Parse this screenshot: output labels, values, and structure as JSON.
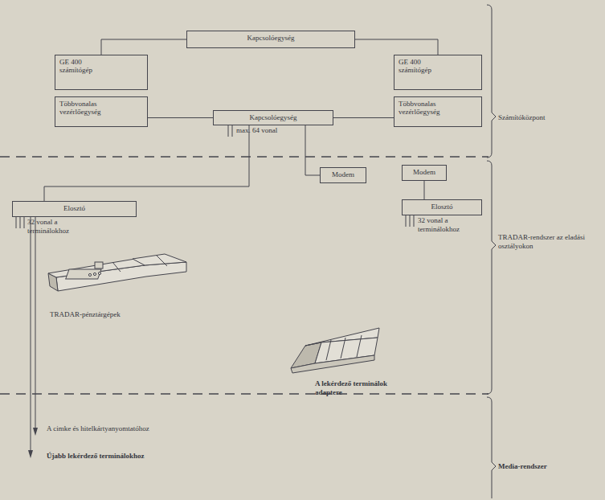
{
  "diagram": {
    "nodes": [
      {
        "text": [
          "Kapcsolóegység"
        ]
      },
      {
        "text": [
          "GE 400 számítógép"
        ]
      },
      {
        "text": [
          "GE 400 számítógép"
        ]
      },
      {
        "text": [
          "Többvonalas vezérlőegység"
        ]
      },
      {
        "text": [
          "Kapcsolóegység"
        ]
      },
      {
        "text": [
          "Többvonalas vezérlőegység"
        ]
      },
      {
        "text": [
          "Modem"
        ]
      },
      {
        "text": [
          "Modem"
        ]
      },
      {
        "text": [
          "Elosztó"
        ]
      },
      {
        "text": [
          "Elosztó"
        ]
      }
    ],
    "edges": [
      {
        "from": 0,
        "to": 1,
        "arrow": "none"
      },
      {
        "from": 0,
        "to": 2,
        "arrow": "none"
      },
      {
        "from": 3,
        "to": 4,
        "arrow": "none"
      },
      {
        "from": 4,
        "to": 5,
        "arrow": "none"
      },
      {
        "from": 4,
        "to": 8,
        "arrow": "none"
      },
      {
        "from": 4,
        "to": 6,
        "arrow": "none"
      },
      {
        "from": 7,
        "to": 9,
        "arrow": "none"
      }
    ],
    "labels": [
      "max. 64 vonal",
      "32 vonal a terminálokhoz",
      "32 vonal a terminálokhoz",
      "TRADAR-pénztárgépek",
      "A lekérdező terminálok adaptere",
      "A cimke és hitelkártyanyomtatóhoz",
      "Újabb lekérdező terminálokhoz",
      "Számítóközpont",
      "TRADAR-rendszer az eladási osztályokon",
      "Media-rendszer"
    ]
  }
}
